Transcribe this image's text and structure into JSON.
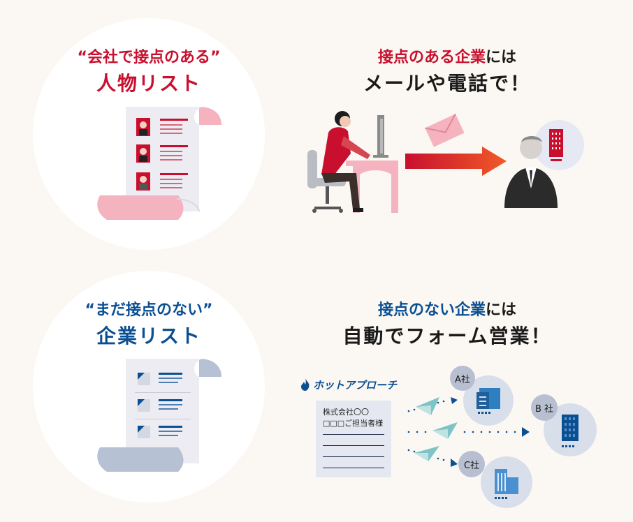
{
  "top_left": {
    "subtitle": "“会社で接点のある”",
    "title": "人物リスト"
  },
  "top_right": {
    "line1_accent": "接点のある企業",
    "line1_tail": "には",
    "line2": "メールや電話で！"
  },
  "bottom_left": {
    "subtitle": "“まだ接点のない”",
    "title": "企業リスト"
  },
  "bottom_right": {
    "line1_accent": "接点のない企業",
    "line1_tail": "には",
    "line2": "自動でフォーム営業！"
  },
  "form_sales": {
    "logo_text": "ホットアプローチ",
    "letter_line1": "株式会社〇〇",
    "letter_line2": "□□□ご担当者様",
    "company_a": "A社",
    "company_b": "B 社",
    "company_c": "C社"
  },
  "colors": {
    "red": "#c8102e",
    "blue": "#0b4f93",
    "background": "#fbf8f3"
  }
}
